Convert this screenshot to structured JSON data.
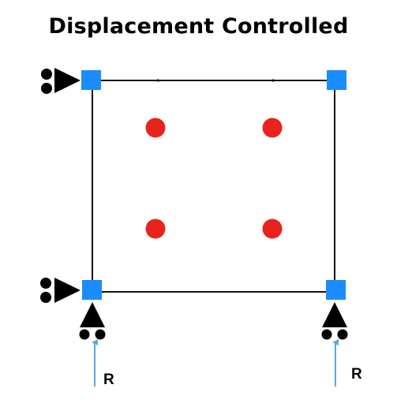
{
  "title": "Displacement Controlled",
  "reaction_label": "R",
  "colors": {
    "frame": "#111111",
    "node": "#1a8cff",
    "gauss_point": "#e8231e",
    "support": "#000000",
    "reaction_arrow": "#5fa8d8",
    "label": "#000000"
  },
  "elements": {
    "nodes": 4,
    "gauss_points": 4,
    "roller_supports_horizontal": 2,
    "roller_supports_vertical": 2,
    "reaction_arrows": 2
  }
}
